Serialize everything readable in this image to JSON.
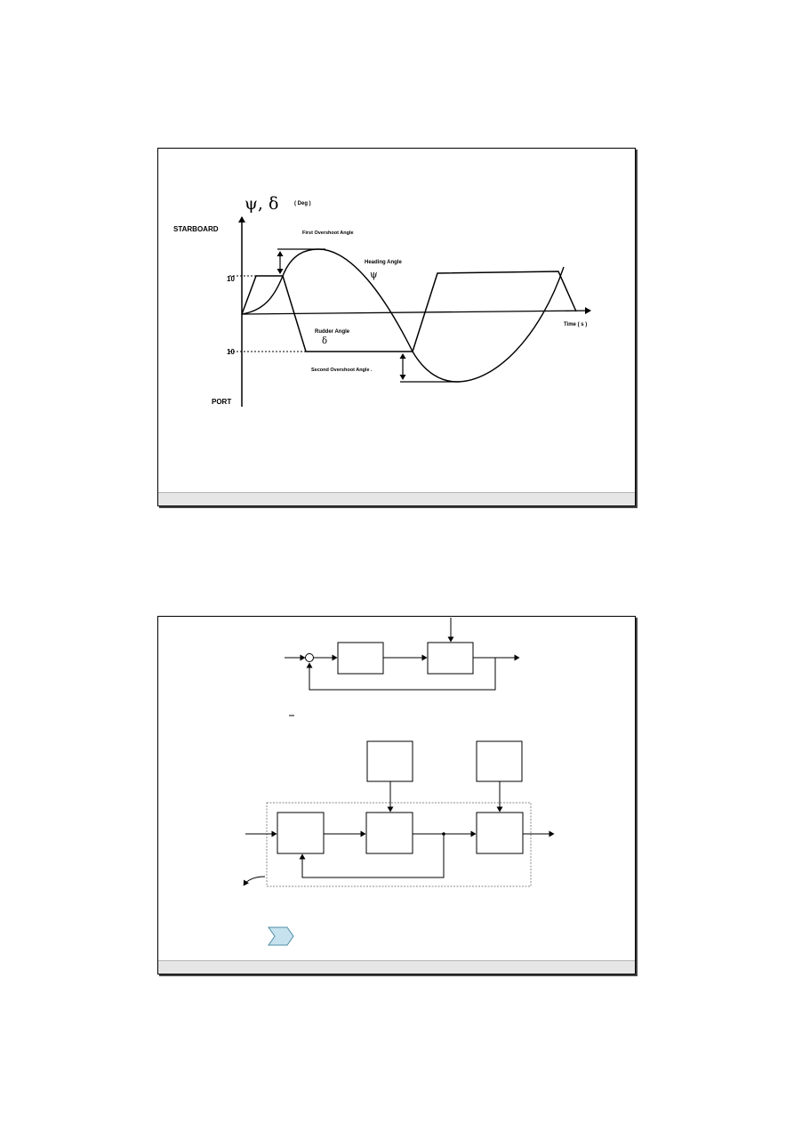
{
  "slide1": {
    "axis_symbols": "ψ, δ",
    "axis_unit": "( Deg )",
    "starboard_label": "STARBOARD",
    "port_label": "PORT",
    "upper_level_label": "10",
    "lower_level_label": "10",
    "first_overshoot_label": "First Overshoot Angle",
    "heading_angle_label": "Heading  Angle",
    "heading_symbol": "ψ",
    "rudder_angle_label": "Rudder  Angle",
    "rudder_symbol": "δ",
    "second_overshoot_label": "Second Overshoot Angle .",
    "time_label": "Time   ( s )"
  },
  "slide2": {
    "overbar_mark": ""
  },
  "colors": {
    "footer_bar": "#e6e6e6",
    "chevron_fill": "#c6e2ee",
    "chevron_stroke": "#4f8da6",
    "dashed_box": "#888888"
  }
}
